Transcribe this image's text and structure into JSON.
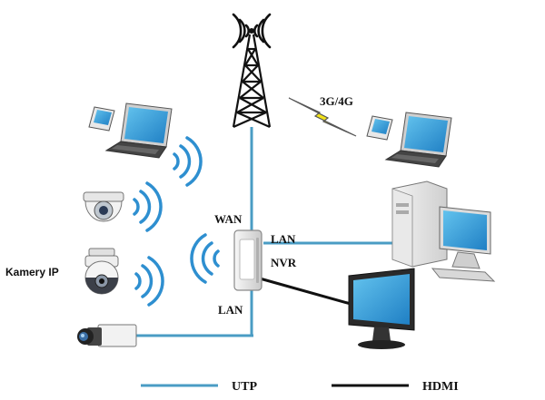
{
  "labels": {
    "wan": "WAN",
    "lan_right": "LAN",
    "nvr": "NVR",
    "lan_bottom": "LAN",
    "cellular": "3G/4G",
    "cameras": "Kamery IP"
  },
  "legend": {
    "utp": "UTP",
    "hdmi": "HDMI"
  },
  "colors": {
    "utp": "#4a9cc4",
    "hdmi": "#111111",
    "wifi": "#2e8fd0",
    "bolt": "#f2e21a"
  }
}
